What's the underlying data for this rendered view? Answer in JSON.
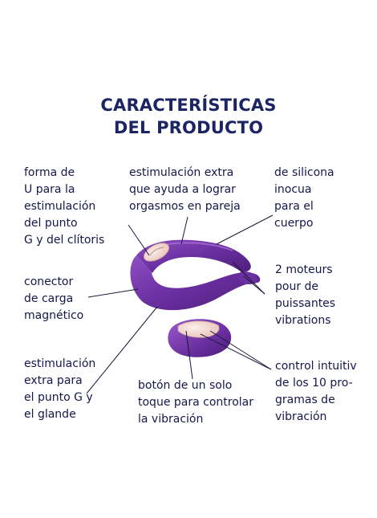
{
  "title": {
    "line1": "CARACTERÍSTICAS",
    "line2": "DEL PRODUCTO"
  },
  "labels": {
    "forma": [
      "forma de",
      "U para la",
      "estimulación",
      "del punto",
      "G y del clítoris"
    ],
    "estim_extra": [
      "estimulación extra",
      "que ayuda a lograr",
      "orgasmos en pareja"
    ],
    "silicona": [
      "de silicona",
      "inocua",
      "para el",
      "cuerpo"
    ],
    "conector": [
      "conector",
      "de carga",
      "magnético"
    ],
    "moteurs": [
      "2 moteurs",
      "pour de",
      "puissantes",
      "vibrations"
    ],
    "estim_g": [
      "estimulación",
      "extra para",
      "el punto G y",
      "el glande"
    ],
    "boton": [
      "botón de un solo",
      "toque para controlar",
      "la vibración"
    ],
    "control": [
      "control intuitiv",
      "de los 10 pro-",
      "gramas de",
      "vibración"
    ]
  },
  "colors": {
    "title": "#1d2464",
    "text": "#15174a",
    "product_purple": "#6a2fa0",
    "product_dark": "#4e1f7c",
    "product_light": "#8f4fc4",
    "pad_pink": "#f2d6cf",
    "leader_line": "#1a1a3a"
  },
  "icons": {
    "product": "couples-vibrator-illustration",
    "remote": "remote-control-illustration"
  }
}
